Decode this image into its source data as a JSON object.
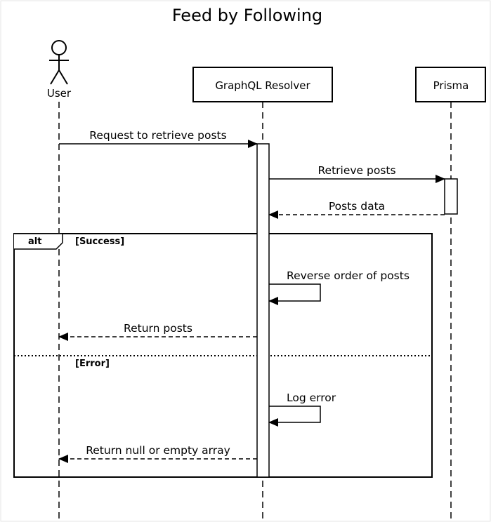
{
  "diagram": {
    "title": "Feed by Following",
    "participants": {
      "user": "User",
      "resolver": "GraphQL Resolver",
      "prisma": "Prisma"
    },
    "messages": {
      "request": "Request to retrieve posts",
      "retrieve": "Retrieve posts",
      "posts_data": "Posts data",
      "reverse": "Reverse order of posts",
      "return_posts": "Return posts",
      "log_error": "Log error",
      "return_null": "Return null or empty array"
    },
    "fragment": {
      "type": "alt",
      "guard_success": "[Success]",
      "guard_error": "[Error]"
    }
  }
}
